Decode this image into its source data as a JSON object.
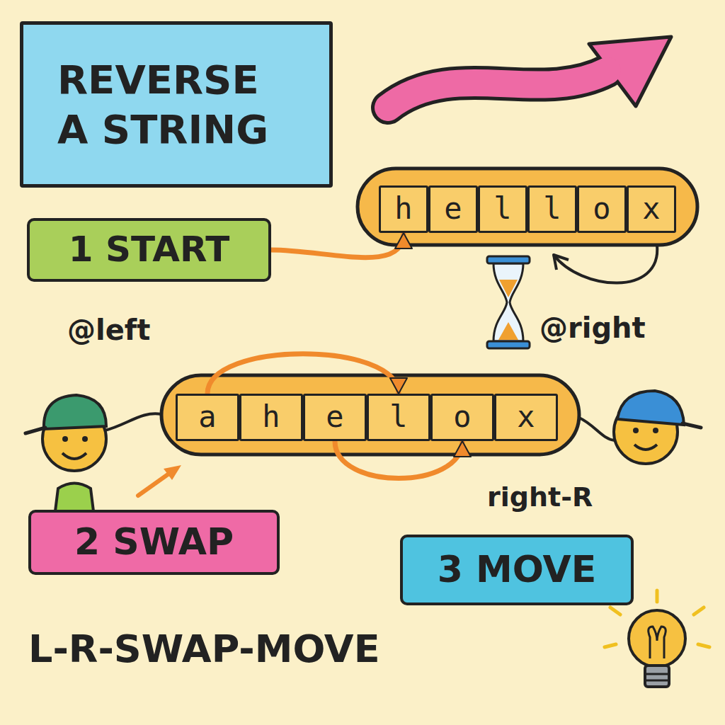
{
  "diagram": {
    "title": "REVERSE A STRING",
    "nodes": [
      {
        "text": [
          "1 START"
        ]
      },
      {
        "text": [
          "h"
        ]
      },
      {
        "text": [
          "e"
        ]
      },
      {
        "text": [
          "l"
        ]
      },
      {
        "text": [
          "l"
        ]
      },
      {
        "text": [
          "o"
        ]
      },
      {
        "text": [
          "x"
        ]
      },
      {
        "text": [
          "a"
        ]
      },
      {
        "text": [
          "h"
        ]
      },
      {
        "text": [
          "e"
        ]
      },
      {
        "text": [
          "l"
        ]
      },
      {
        "text": [
          "o"
        ]
      },
      {
        "text": [
          "x"
        ]
      },
      {
        "text": [
          "2 SWAP"
        ]
      },
      {
        "text": [
          "3 MOVE"
        ]
      }
    ],
    "edges": [
      {
        "from": 0,
        "to": 1,
        "arrow": "to"
      },
      {
        "from": 7,
        "to": 10,
        "arrow": "to"
      },
      {
        "from": 9,
        "to": 11,
        "arrow": "to"
      }
    ],
    "labels": [
      "@left",
      "@right",
      "right-R",
      "L-R-SWAP-MOVE"
    ]
  }
}
